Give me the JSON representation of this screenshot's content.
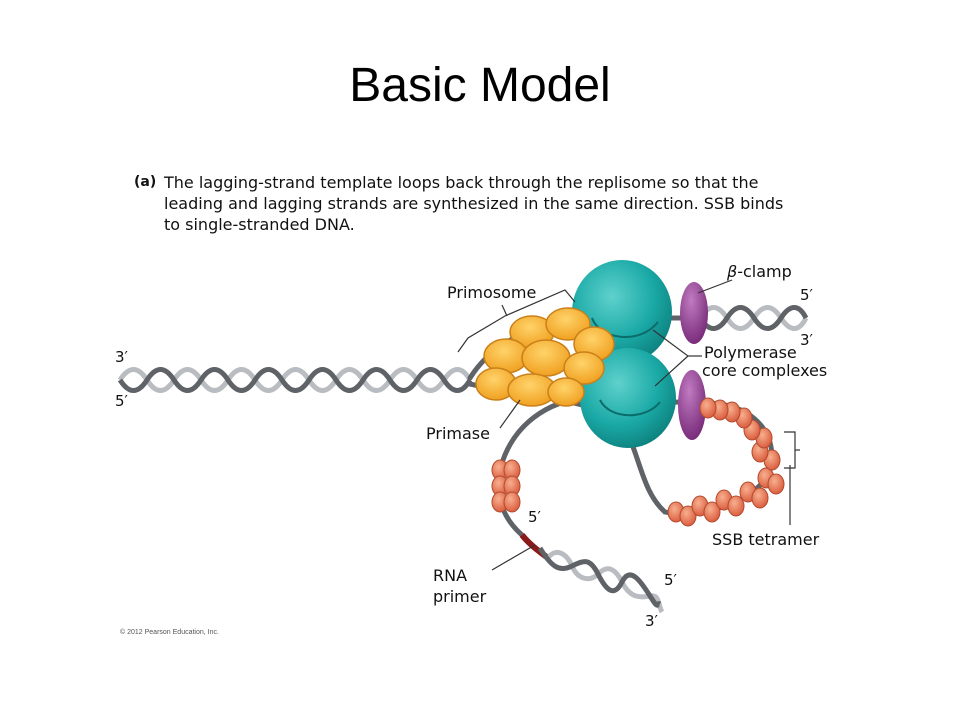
{
  "title": "Basic Model",
  "caption": {
    "tag": "(a)",
    "lines": [
      "The lagging-strand template loops back through the replisome so that the",
      "leading and lagging strands are synthesized in the same direction. SSB binds",
      "to single-stranded DNA."
    ]
  },
  "labels": {
    "primosome": "Primosome",
    "beta_clamp_symbol": "β",
    "beta_clamp": "-clamp",
    "polymerase_line1": "Polymerase",
    "polymerase_line2": "core complexes",
    "primase": "Primase",
    "ssb_tetramer": "SSB tetramer",
    "rna_primer_line1": "RNA",
    "rna_primer_line2": "primer"
  },
  "strand_ends": {
    "parental_top": "3′",
    "parental_bottom": "5′",
    "leading_top": "5′",
    "leading_bottom": "3′",
    "lagging_primer": "5′",
    "okazaki_5": "5′",
    "okazaki_3": "3′"
  },
  "colors": {
    "dna_dark": "#5f6368",
    "dna_light": "#b9bcc0",
    "polymerase": "#1aa9a6",
    "primase": "#f5a623",
    "beta_clamp": "#8e3a8f",
    "ssb": "#e8744c",
    "rna_primer": "#8b1a1a"
  },
  "copyright": "© 2012 Pearson Education, Inc."
}
